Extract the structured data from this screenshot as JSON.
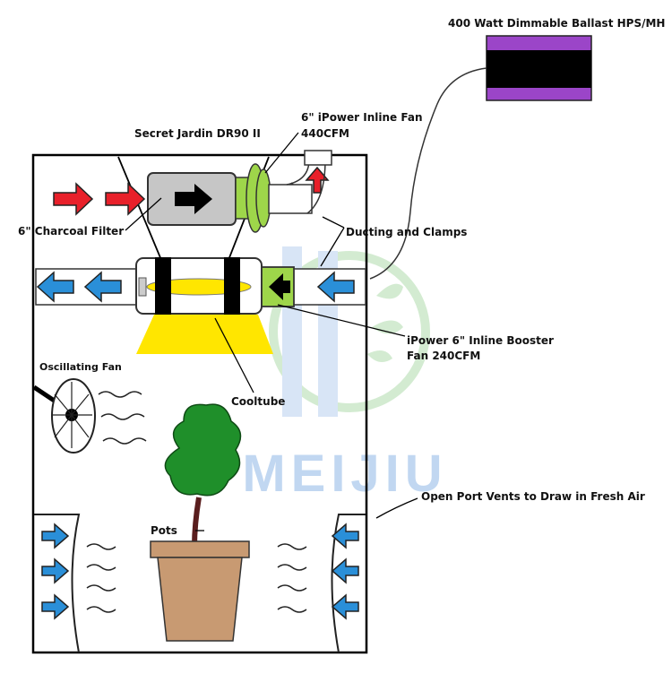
{
  "labels": {
    "ballast": "400 Watt Dimmable Ballast HPS/MH",
    "inline_fan": "6\" iPower Inline Fan",
    "inline_fan_cfm": "440CFM",
    "reflector": "Secret Jardin DR90 II",
    "charcoal_filter": "6\" Charcoal Filter",
    "ducting": "Ducting and Clamps",
    "booster_fan": "iPower 6\" Inline Booster",
    "booster_fan_cfm": "Fan 240CFM",
    "oscillating_fan": "Oscillating Fan",
    "cooltube": "Cooltube",
    "pots": "Pots",
    "open_port": "Open Port Vents to Draw in Fresh Air"
  },
  "watermark": {
    "text": "MEIJIU",
    "color": "#8fb7e6",
    "logo_color": "#9ed39a"
  },
  "colors": {
    "red_arrow": "#e8202a",
    "blue_arrow": "#2a8fd8",
    "yellow_light": "#ffe600",
    "ballast_purple": "#9b45c8",
    "fan_green": "#9ed64a",
    "foliage": "#1f8f2a",
    "pot": "#c89a72"
  }
}
